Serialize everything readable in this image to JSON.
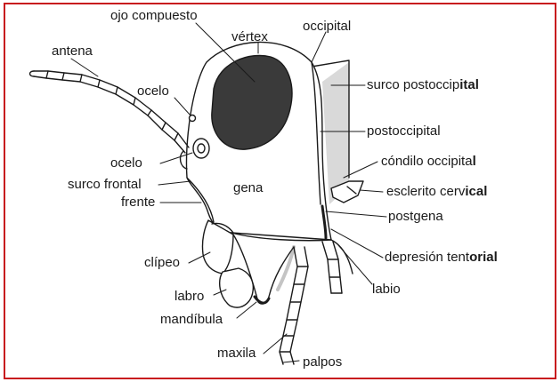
{
  "colors": {
    "frame_border": "#c8191e",
    "ink": "#1a1a1a",
    "eye_fill": "#3a3a3a",
    "shading": "#d9d9d9"
  },
  "labels": {
    "ojo_compuesto": "ojo compuesto",
    "vertex": "vértex",
    "occipital": "occipital",
    "antena": "antena",
    "ocelo_1": "ocelo",
    "ocelo_2": "ocelo",
    "surco_postoccipital": "surco postoccip",
    "surco_postoccipital_bold": "ital",
    "postoccipital": "postoccipital",
    "condilo_occipital": "cóndilo occipita",
    "condilo_occipital_bold": "l",
    "surco_frontal": "surco frontal",
    "frente": "frente",
    "gena": "gena",
    "esclerito_cervical": "esclerito cerv",
    "esclerito_cervical_bold": "ical",
    "postgena": "postgena",
    "depresion_tentorial": "depresión tent",
    "depresion_tentorial_bold": "orial",
    "clipeo": "clípeo",
    "labro": "labro",
    "labio": "labio",
    "mandibula": "mandíbula",
    "maxila": "maxila",
    "palpos": "palpos"
  }
}
